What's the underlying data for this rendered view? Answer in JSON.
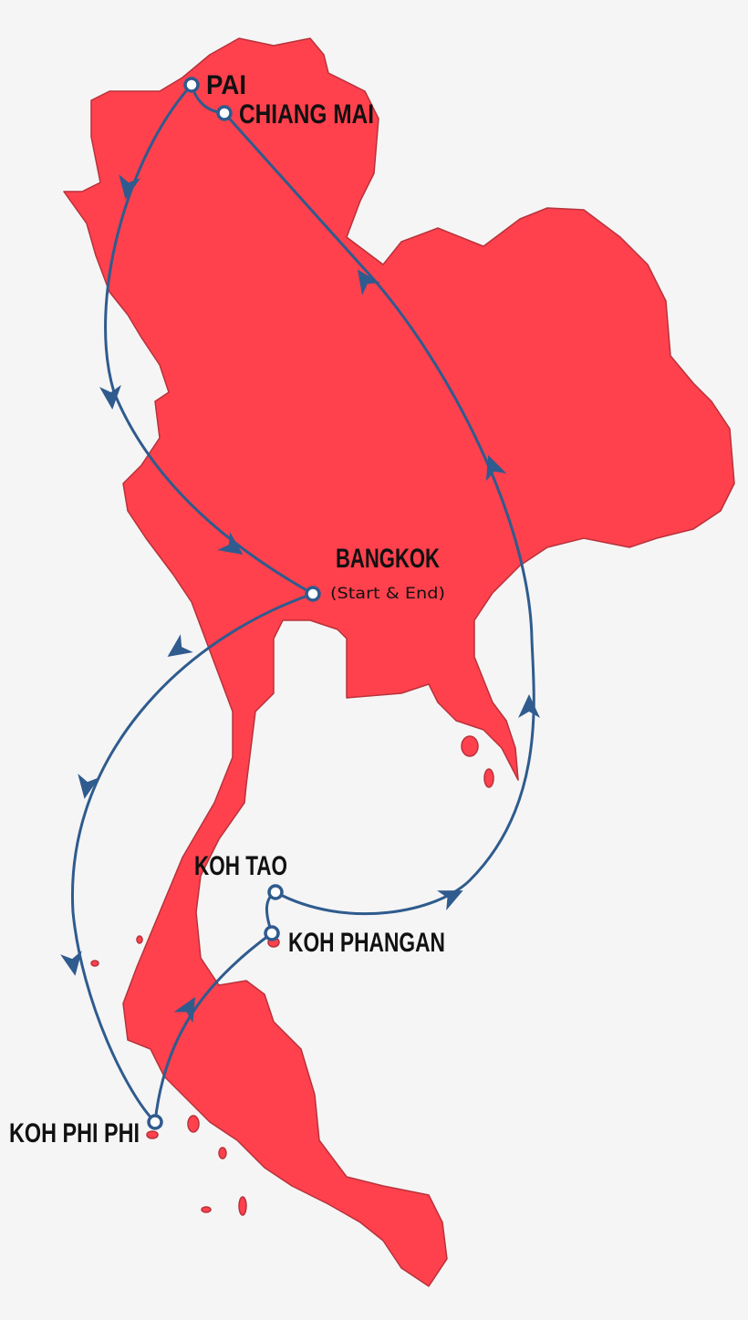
{
  "map": {
    "colors": {
      "land": "#fe414d",
      "route": "#2f5b8e",
      "background": "#f5f5f5",
      "stop_fill": "#ffffff"
    },
    "stops": [
      {
        "name": "PAI"
      },
      {
        "name": "CHIANG MAI"
      },
      {
        "name": "BANGKOK",
        "note": "(Start & End)"
      },
      {
        "name": "KOH TAO"
      },
      {
        "name": "KOH PHANGAN"
      },
      {
        "name": "KOH PHI PHI"
      }
    ],
    "route_order": [
      "BANGKOK",
      "KOH PHI PHI",
      "KOH PHANGAN",
      "KOH TAO",
      "CHIANG MAI",
      "PAI",
      "BANGKOK"
    ]
  }
}
